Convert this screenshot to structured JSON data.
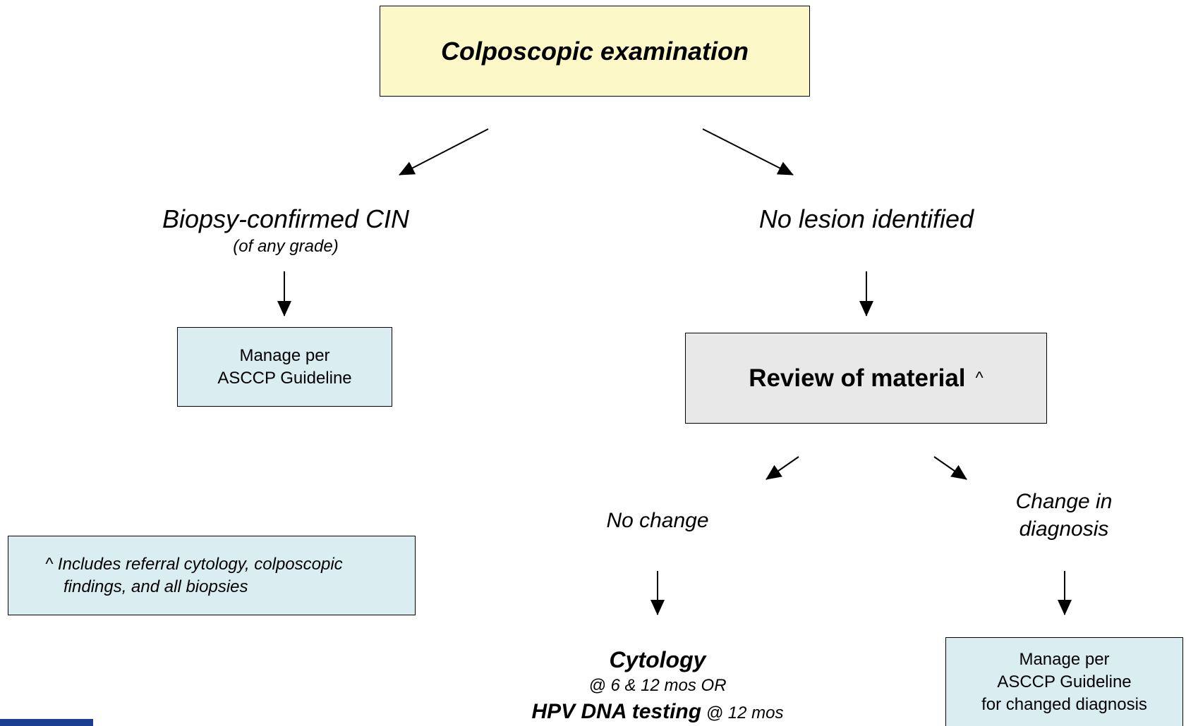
{
  "diagram": {
    "top_box": "Colposcopic examination",
    "left_branch": {
      "title": "Biopsy-confirmed CIN",
      "subtitle": "(of any grade)",
      "box_line1": "Manage per",
      "box_line2": "ASCCP Guideline"
    },
    "right_branch": {
      "title": "No lesion identified",
      "review_box": "Review of material",
      "review_marker": "^"
    },
    "no_change": {
      "label": "No change",
      "outcome_title": "Cytology",
      "outcome_line2": "@ 6 & 12 mos OR",
      "outcome_bold": "HPV DNA testing",
      "outcome_suffix": " @ 12 mos"
    },
    "change": {
      "label_line1": "Change in",
      "label_line2": "diagnosis",
      "box_line1": "Manage per",
      "box_line2": "ASCCP Guideline",
      "box_line3": "for changed diagnosis"
    },
    "footnote": {
      "line1": "^ Includes referral cytology, colposcopic",
      "line2": "findings, and all biopsies"
    }
  },
  "colors": {
    "start_box": "#fcf8c8",
    "action_box": "#daedf1",
    "review_box": "#e8e8e8",
    "logo": "#1a3d8f"
  }
}
